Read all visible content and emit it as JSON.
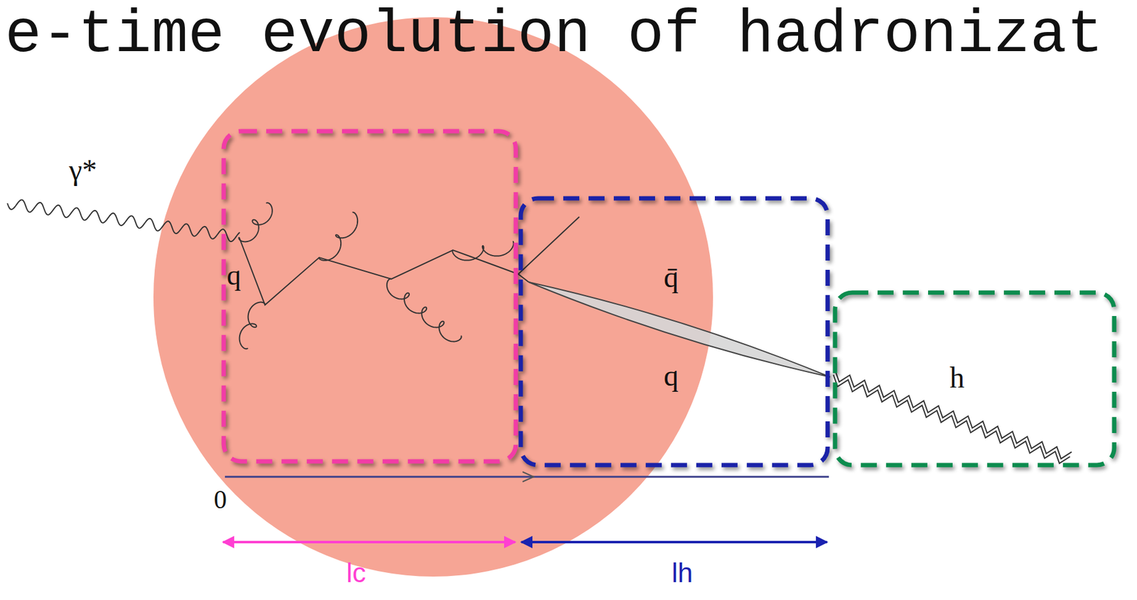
{
  "diagram": {
    "title": "e-time evolution of hadronizat",
    "nodes": [
      {
        "text": [
          "q"
        ]
      },
      {
        "text": [
          "q̄",
          "q"
        ]
      },
      {
        "text": [
          "h"
        ]
      }
    ],
    "labels": [
      "γ*",
      "0",
      "lc",
      "lh"
    ]
  }
}
